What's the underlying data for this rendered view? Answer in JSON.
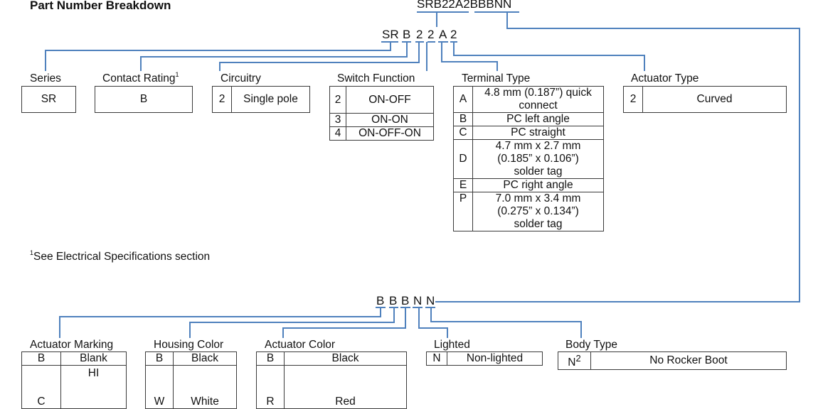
{
  "title": "Part Number Breakdown",
  "full_part_number": {
    "prefix": "SRB22A2",
    "suffix": "BBBNN"
  },
  "line_color": "#4f81bd",
  "top_codes": [
    "SR",
    "B",
    "2",
    "2",
    "A",
    "2"
  ],
  "bottom_codes": [
    "B",
    "B",
    "B",
    "N",
    "N"
  ],
  "top_groups": [
    {
      "label": "Series",
      "options": [
        {
          "value": "SR"
        }
      ]
    },
    {
      "label": "Contact Rating",
      "label_sup": "1",
      "options": [
        {
          "value": "B"
        }
      ]
    },
    {
      "label": "Circuitry",
      "options": [
        {
          "code": "2",
          "desc": "Single pole"
        }
      ]
    },
    {
      "label": "Switch Function",
      "options": [
        {
          "code": "2",
          "desc": "ON-OFF"
        },
        {
          "code": "3",
          "desc": "ON-ON"
        },
        {
          "code": "4",
          "desc": "ON-OFF-ON"
        }
      ]
    },
    {
      "label": "Terminal Type",
      "options": [
        {
          "code": "A",
          "desc": [
            "4.8 mm (0.187”) quick",
            "connect"
          ]
        },
        {
          "code": "B",
          "desc": [
            "PC left angle"
          ]
        },
        {
          "code": "C",
          "desc": [
            "PC straight"
          ]
        },
        {
          "code": "D",
          "desc": [
            "4.7 mm x 2.7 mm",
            "(0.185” x 0.106”)",
            "solder tag"
          ]
        },
        {
          "code": "E",
          "desc": [
            "PC right angle"
          ]
        },
        {
          "code": "P",
          "desc": [
            "7.0 mm x 3.4 mm",
            "(0.275” x 0.134”)",
            "solder tag"
          ]
        }
      ]
    },
    {
      "label": "Actuator Type",
      "options": [
        {
          "code": "2",
          "desc": "Curved"
        }
      ]
    }
  ],
  "footnote": {
    "sup": "1",
    "text": "See Electrical Specifications section"
  },
  "bottom_groups": [
    {
      "label": "Actuator Marking",
      "options": [
        {
          "code": "B",
          "desc": "Blank"
        },
        {
          "code": "C",
          "desc": "HI"
        }
      ]
    },
    {
      "label": "Housing Color",
      "options": [
        {
          "code": "B",
          "desc": "Black"
        },
        {
          "code": "W",
          "desc": "White"
        }
      ]
    },
    {
      "label": "Actuator Color",
      "options": [
        {
          "code": "B",
          "desc": "Black"
        },
        {
          "code": "R",
          "desc": "Red"
        }
      ]
    },
    {
      "label": "Lighted",
      "options": [
        {
          "code": "N",
          "desc": "Non-lighted"
        }
      ]
    },
    {
      "label": "Body Type",
      "options": [
        {
          "code": "N",
          "code_sup": "2",
          "desc": "No Rocker Boot"
        }
      ]
    }
  ]
}
